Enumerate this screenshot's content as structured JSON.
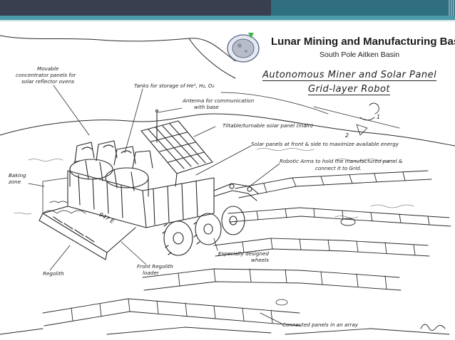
{
  "header": {
    "logo_icon": "moon-globe-icon",
    "title": "Lunar Mining and Manufacturing Base",
    "subtitle": "South Pole Aitken Basin"
  },
  "sketch": {
    "title_line1": "Autonomous Miner and Solar Panel",
    "title_line2": "Grid-layer Robot",
    "labels": {
      "movable_panels_1": "Movable",
      "movable_panels_2": "concentrator panels for",
      "movable_panels_3": "solar reflector ovens",
      "tanks": "Tanks for storage of He³, H₂, O₂",
      "antenna_1": "Antenna for communication",
      "antenna_2": "with base",
      "tiltable": "Tiltable/turnable solar panel (main)",
      "side_panels": "Solar panels at front & side to maximize available energy",
      "arms_1": "Robotic Arms to hold the manufactured panel &",
      "arms_2": "connect it to Grid.",
      "baking_1": "Baking",
      "baking_2": "zone",
      "regolith": "Regolith",
      "loader_1": "Front Regolith",
      "loader_2": "loader",
      "wheels_1": "Especially designed",
      "wheels_2": "wheels",
      "connected": "Connected panels in an array",
      "machine_mark": "947 E",
      "arrow_1": "1",
      "arrow_2": "2"
    },
    "signature": "signature"
  },
  "colors": {
    "topbar": "#3a3f4f",
    "accent": "#2f6f80",
    "strip": "#4b9aa8",
    "ink": "#1e1e1e"
  }
}
